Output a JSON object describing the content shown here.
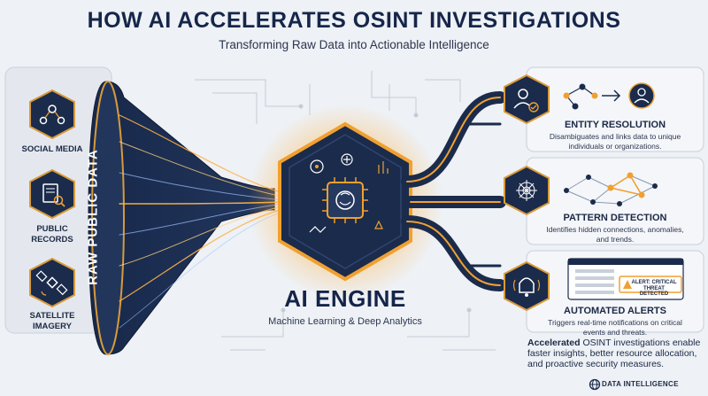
{
  "header": {
    "title": "HOW AI ACCELERATES OSINT INVESTIGATIONS",
    "subtitle": "Transforming Raw Data into Actionable Intelligence"
  },
  "sources": [
    {
      "label": "SOCIAL MEDIA",
      "icon": "social-network-icon"
    },
    {
      "label": "PUBLIC RECORDS",
      "icon": "document-search-icon"
    },
    {
      "label": "SATELLITE IMAGERY",
      "icon": "satellite-icon"
    }
  ],
  "funnel": {
    "label": "RAW PUBLIC DATA"
  },
  "engine": {
    "title": "AI ENGINE",
    "subtitle": "Machine Learning & Deep Analytics",
    "icon": "ai-chip-icon"
  },
  "outputs": [
    {
      "title": "ENTITY RESOLUTION",
      "desc": "Disambiguates and links data to unique individuals or organizations.",
      "icon": "user-check-icon"
    },
    {
      "title": "PATTERN DETECTION",
      "desc": "Identifies hidden connections, anomalies, and trends.",
      "icon": "web-pattern-icon"
    },
    {
      "title": "AUTOMATED ALERTS",
      "desc": "Triggers real-time notifications on critical events and threats.",
      "icon": "bell-icon"
    }
  ],
  "alert_popup": {
    "text": "ALERT: CRITICAL THREAT DETECTED"
  },
  "summary": {
    "lead": "Accelerated",
    "body": " OSINT investigations enable faster insights, better resource allocation, and proactive security measures."
  },
  "footer": {
    "brand": "DATA INTELLIGENCE",
    "icon": "globe-icon"
  },
  "colors": {
    "navy": "#1b2b4b",
    "accent": "#f0a030",
    "stream": "#ffb347",
    "background": "#eef1f5"
  }
}
